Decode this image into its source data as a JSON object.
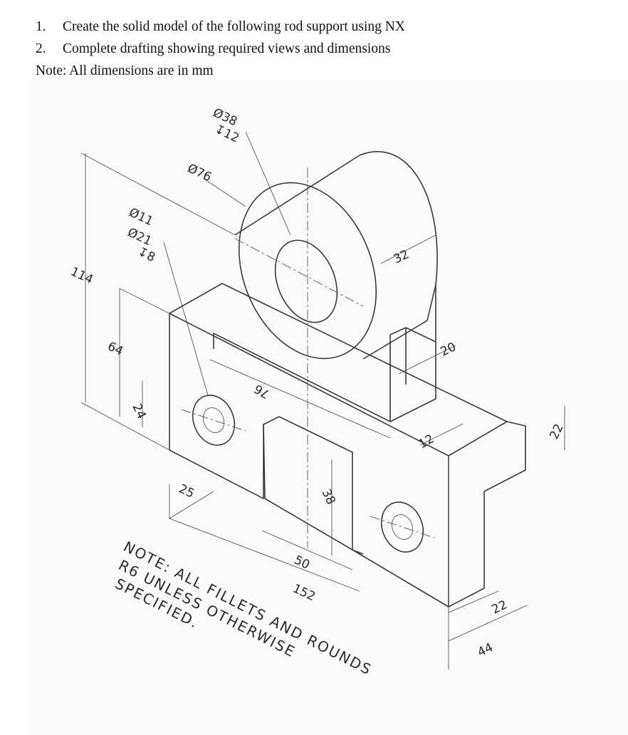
{
  "instructions": {
    "items": [
      {
        "num": "1.",
        "text": "Create the solid model of the following rod support using NX"
      },
      {
        "num": "2.",
        "text": "Complete drafting showing required views and dimensions"
      }
    ],
    "note": "Note: All dimensions are in mm"
  },
  "drawing": {
    "dims": {
      "d38": "Ø38",
      "depth12": "↧12",
      "d76": "Ø76",
      "d11": "Ø11",
      "d21": "Ø21",
      "depth8": "↧8",
      "h114": "114",
      "h64": "64",
      "h24": "24",
      "w25": "25",
      "r76": "76",
      "h38": "38",
      "w50": "50",
      "w152": "152",
      "w32": "32",
      "w20": "20",
      "w12": "12",
      "h22": "22",
      "w22": "22",
      "w44": "44"
    },
    "note_lines": [
      "NOTE: ALL FILLETS AND ROUNDS",
      "R6 UNLESS OTHERWISE",
      "SPECIFIED."
    ]
  }
}
